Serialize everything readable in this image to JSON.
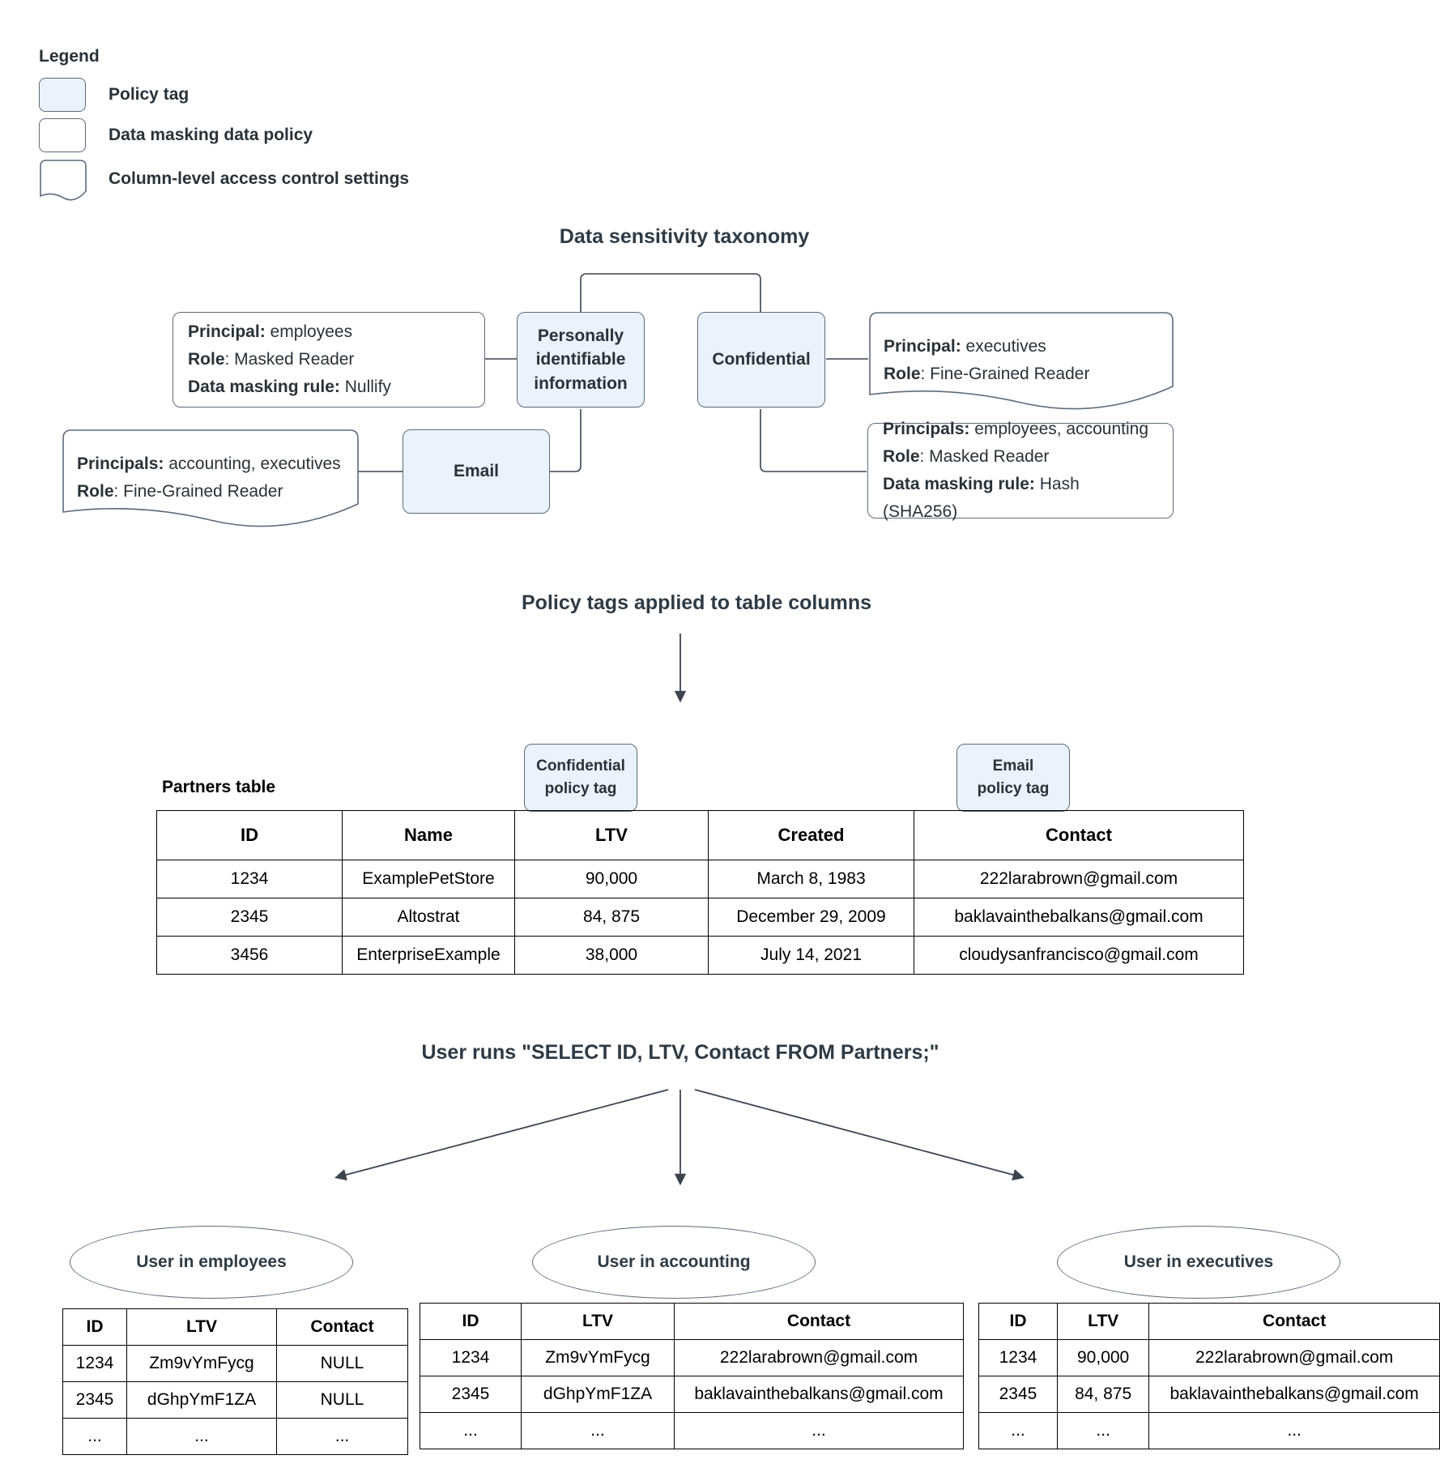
{
  "legend": {
    "title": "Legend",
    "items": [
      {
        "label": "Policy tag",
        "swatch": "policy-tag-swatch"
      },
      {
        "label": "Data masking data policy",
        "swatch": "data-masking-swatch"
      },
      {
        "label": "Column-level access control settings",
        "swatch": "column-level-access-swatch"
      }
    ]
  },
  "taxonomy": {
    "title": "Data sensitivity taxonomy",
    "tags": {
      "pii": "Personally identifiable information",
      "confidential": "Confidential",
      "email": "Email"
    },
    "pii_masking_policy": {
      "line1_label": "Principal:",
      "line1_value": " employees",
      "line2_label": "Role",
      "line2_value": ": Masked Reader",
      "line3_label": "Data masking rule:",
      "line3_value": " Nullify"
    },
    "email_access_policy": {
      "line1_label": "Principals:",
      "line1_value": " accounting, executives",
      "line2_label": "Role",
      "line2_value": ": Fine-Grained Reader"
    },
    "confidential_access_policy": {
      "line1_label": "Principal:",
      "line1_value": " executives",
      "line2_label": "Role",
      "line2_value": ": Fine-Grained Reader"
    },
    "confidential_masking_policy": {
      "line1_label": "Principals:",
      "line1_value": " employees, accounting",
      "line2_label": "Role",
      "line2_value": ": Masked Reader",
      "line3_label": "Data masking rule:",
      "line3_value": " Hash (SHA256)"
    }
  },
  "applied": {
    "title": "Policy tags applied to table columns",
    "table_caption": "Partners table",
    "tag_confidential_l1": "Confidential",
    "tag_confidential_l2": "policy tag",
    "tag_email_l1": "Email",
    "tag_email_l2": "policy tag",
    "columns": [
      "ID",
      "Name",
      "LTV",
      "Created",
      "Contact"
    ],
    "rows": [
      [
        "1234",
        "ExamplePetStore",
        "90,000",
        "March 8, 1983",
        "222larabrown@gmail.com"
      ],
      [
        "2345",
        "Altostrat",
        "84, 875",
        "December 29, 2009",
        "baklavainthebalkans@gmail.com"
      ],
      [
        "3456",
        "EnterpriseExample",
        "38,000",
        "July 14, 2021",
        "cloudysanfrancisco@gmail.com"
      ]
    ]
  },
  "query": {
    "title": "User runs \"SELECT ID, LTV, Contact FROM Partners;\""
  },
  "results": [
    {
      "persona": "User in employees",
      "columns": [
        "ID",
        "LTV",
        "Contact"
      ],
      "rows": [
        [
          "1234",
          "Zm9vYmFycg",
          "NULL"
        ],
        [
          "2345",
          "dGhpYmF1ZA",
          "NULL"
        ],
        [
          "...",
          "...",
          "..."
        ]
      ]
    },
    {
      "persona": "User in accounting",
      "columns": [
        "ID",
        "LTV",
        "Contact"
      ],
      "rows": [
        [
          "1234",
          "Zm9vYmFycg",
          "222larabrown@gmail.com"
        ],
        [
          "2345",
          "dGhpYmF1ZA",
          "baklavainthebalkans@gmail.com"
        ],
        [
          "...",
          "...",
          "..."
        ]
      ]
    },
    {
      "persona": "User in executives",
      "columns": [
        "ID",
        "LTV",
        "Contact"
      ],
      "rows": [
        [
          "1234",
          "90,000",
          "222larabrown@gmail.com"
        ],
        [
          "2345",
          "84, 875",
          "baklavainthebalkans@gmail.com"
        ],
        [
          "...",
          "...",
          "..."
        ]
      ]
    }
  ],
  "colors": {
    "policy_tag_fill": "#eaf2fd",
    "stroke": "#5d6b7a",
    "text": "#283238",
    "table_stroke": "#000000"
  }
}
